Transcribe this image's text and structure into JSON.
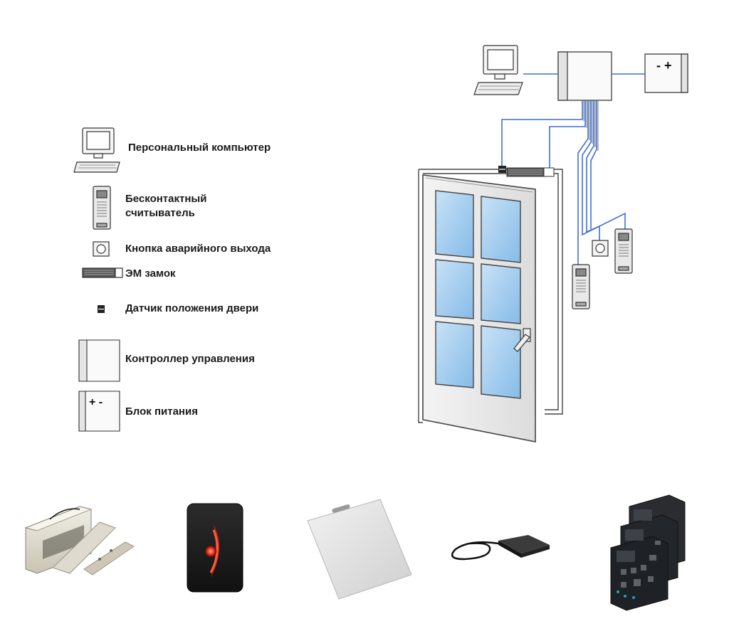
{
  "legend": {
    "items": [
      {
        "id": "pc",
        "label": "Персональный компьютер",
        "icon": "computer-icon"
      },
      {
        "id": "reader",
        "label": "Бесконтактный\nсчитыватель",
        "icon": "proximity-reader-icon"
      },
      {
        "id": "exit",
        "label": "Кнопка аварийного выхода",
        "icon": "exit-button-icon"
      },
      {
        "id": "lock",
        "label": "ЭМ замок",
        "icon": "em-lock-icon"
      },
      {
        "id": "sensor",
        "label": "Датчик положения двери",
        "icon": "door-sensor-icon"
      },
      {
        "id": "controller",
        "label": "Контроллер управления",
        "icon": "controller-icon"
      },
      {
        "id": "psu",
        "label": "Блок питания",
        "icon": "power-supply-icon"
      }
    ]
  },
  "diagram": {
    "psu_label": "- +",
    "legend_psu_label": "+ -",
    "wire_color": "#3f6fd6",
    "glass_color": "#9cc9ee"
  },
  "products": [
    {
      "name": "em-lock-photo"
    },
    {
      "name": "rfid-reader-photo"
    },
    {
      "name": "proximity-card-photo"
    },
    {
      "name": "usb-card-reader-photo"
    },
    {
      "name": "controller-boards-photo"
    }
  ]
}
